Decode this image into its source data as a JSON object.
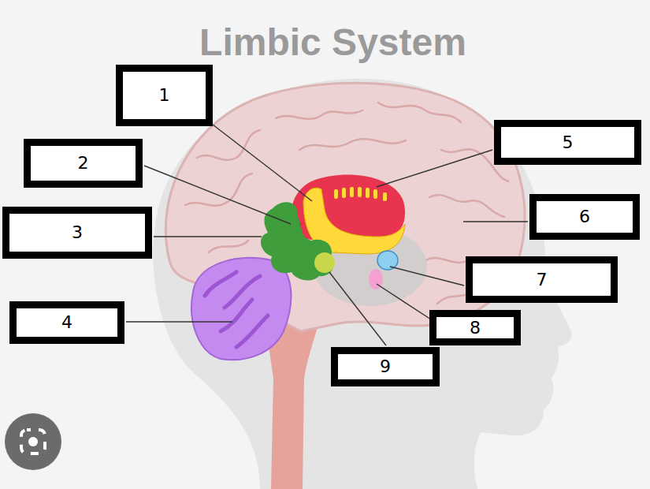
{
  "diagram": {
    "title": "Limbic System",
    "nodes": [
      {
        "text": [
          "1"
        ]
      },
      {
        "text": [
          "2"
        ]
      },
      {
        "text": [
          "3"
        ]
      },
      {
        "text": [
          "4"
        ]
      },
      {
        "text": [
          "5"
        ]
      },
      {
        "text": [
          "6"
        ]
      },
      {
        "text": [
          "7"
        ]
      },
      {
        "text": [
          "8"
        ]
      },
      {
        "text": [
          "9"
        ]
      }
    ]
  }
}
